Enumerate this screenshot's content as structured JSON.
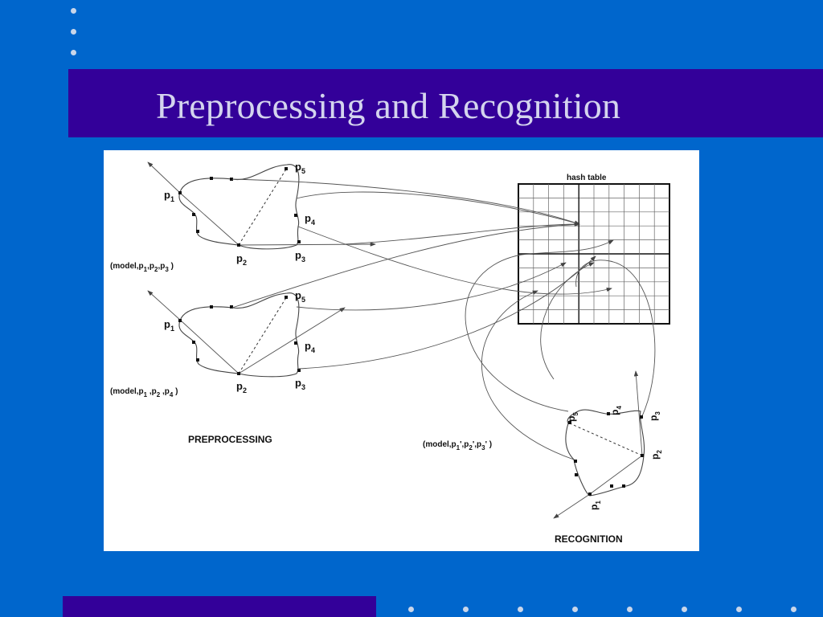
{
  "slide": {
    "title": "Preprocessing and Recognition",
    "colors": {
      "background": "#0066cc",
      "band": "#330099",
      "title": "#d4d4ee",
      "bullet": "#c9d6ea"
    }
  },
  "figure": {
    "hash_table_label": "hash table",
    "preprocessing_label": "PREPROCESSING",
    "recognition_label": "RECOGNITION",
    "model_tuples": {
      "top": "(model,p1,p2,p3)",
      "middle": "(model,p1,p2,p4)",
      "recognition": "(model,p1',p2',p3')"
    },
    "point_labels": {
      "p1": "p1",
      "p2": "p2",
      "p3": "p3",
      "p4": "p4",
      "p5": "p5"
    }
  }
}
